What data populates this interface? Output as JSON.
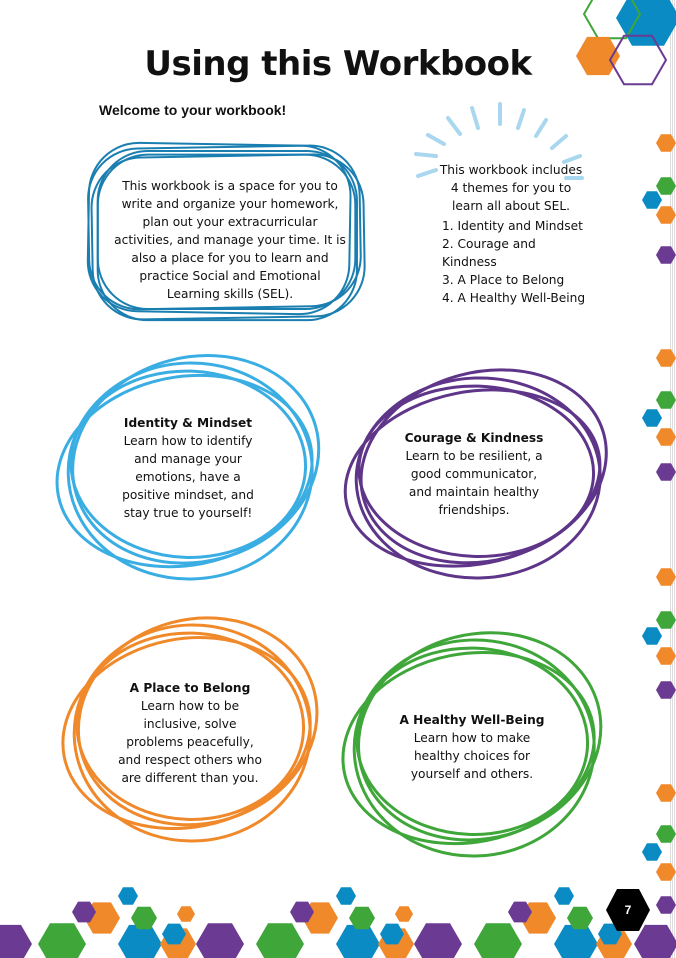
{
  "title": "Using this Workbook",
  "welcome": "Welcome to your workbook!",
  "intro_text": "This workbook is a space for you to write and organize your homework, plan out your extracurricular activities, and manage your time. It is also a place for you to learn and practice Social and Emotional Learning skills (SEL).",
  "themes_intro": "This workbook includes 4 themes for you to learn all about SEL.",
  "themes_list": [
    "1. Identity and Mindset",
    "2. Courage and Kindness",
    "3. A Place to Belong",
    "4. A Healthy Well-Being"
  ],
  "themes": [
    {
      "heading": "Identity & Mindset",
      "text": "Learn how to identify and manage your emotions, have a positive mindset, and stay true to yourself!",
      "color": "#3aaee3"
    },
    {
      "heading": "Courage & Kindness",
      "text": "Learn to be resilient, a good communicator, and maintain healthy friendships.",
      "color": "#5e3589"
    },
    {
      "heading": "A Place to Belong",
      "text": "Learn how to be inclusive, solve problems peacefully, and respect others who are different than you.",
      "color": "#f0892a"
    },
    {
      "heading": "A Healthy Well-Being",
      "text": "Learn how to make healthy choices for yourself and others.",
      "color": "#3fa63a"
    }
  ],
  "intro_box_color": "#1a7fb0",
  "palette": {
    "blue": "#0a8bc4",
    "green": "#3fa63a",
    "orange": "#f0892a",
    "purple": "#6b3a93",
    "light_blue": "#a9d7ef"
  },
  "page_number": "7"
}
